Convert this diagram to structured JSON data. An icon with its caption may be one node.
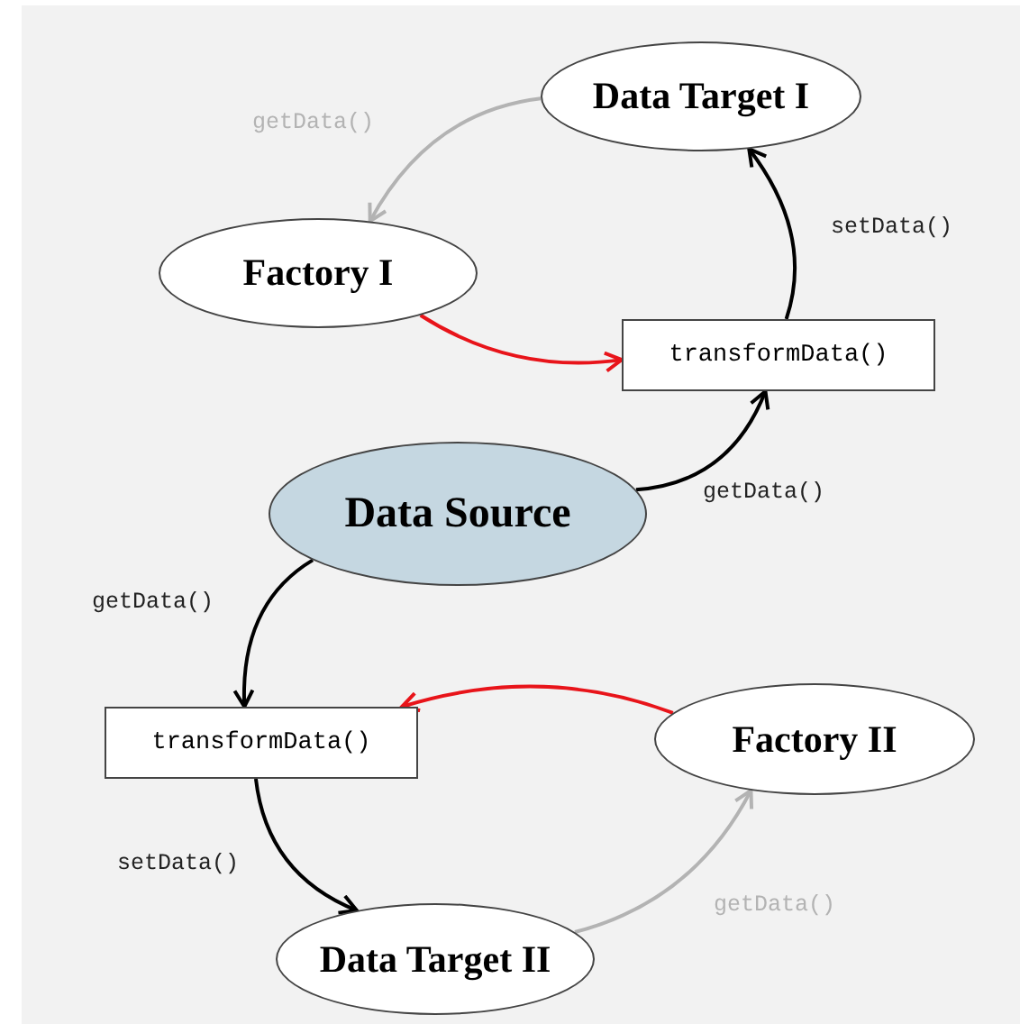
{
  "diagram": {
    "nodes": [
      {
        "text": [
          "Data Target I"
        ]
      },
      {
        "text": [
          "Factory I"
        ]
      },
      {
        "text": [
          "transformData()"
        ]
      },
      {
        "text": [
          "Data Source"
        ]
      },
      {
        "text": [
          "transformData()"
        ]
      },
      {
        "text": [
          "Factory II"
        ]
      },
      {
        "text": [
          "Data Target II"
        ]
      }
    ],
    "edges": [
      {
        "from": 0,
        "to": 1,
        "arrow": "to",
        "label": "getData()",
        "color": "#b3b3b3"
      },
      {
        "from": 1,
        "to": 2,
        "arrow": "to",
        "color": "#e8141a"
      },
      {
        "from": 2,
        "to": 0,
        "arrow": "to",
        "label": "setData()"
      },
      {
        "from": 3,
        "to": 2,
        "arrow": "to",
        "label": "getData()"
      },
      {
        "from": 3,
        "to": 4,
        "arrow": "to",
        "label": "getData()"
      },
      {
        "from": 5,
        "to": 4,
        "arrow": "to",
        "color": "#e8141a"
      },
      {
        "from": 4,
        "to": 6,
        "arrow": "to",
        "label": "setData()"
      },
      {
        "from": 6,
        "to": 5,
        "arrow": "to",
        "label": "getData()",
        "color": "#b3b3b3"
      }
    ]
  }
}
